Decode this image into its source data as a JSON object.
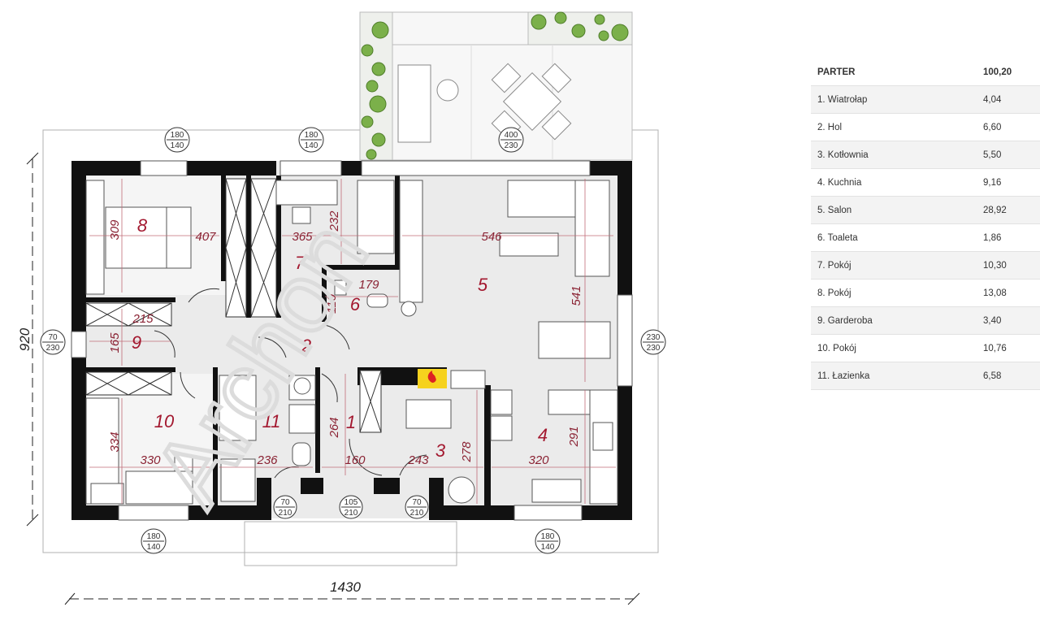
{
  "table": {
    "header": {
      "label": "PARTER",
      "value": "100,20"
    },
    "rows": [
      {
        "label": "1. Wiatrołap",
        "value": "4,04"
      },
      {
        "label": "2. Hol",
        "value": "6,60"
      },
      {
        "label": "3. Kotłownia",
        "value": "5,50"
      },
      {
        "label": "4. Kuchnia",
        "value": "9,16"
      },
      {
        "label": "5. Salon",
        "value": "28,92"
      },
      {
        "label": "6. Toaleta",
        "value": "1,86"
      },
      {
        "label": "7. Pokój",
        "value": "10,30"
      },
      {
        "label": "8. Pokój",
        "value": "13,08"
      },
      {
        "label": "9. Garderoba",
        "value": "3,40"
      },
      {
        "label": "10. Pokój",
        "value": "10,76"
      },
      {
        "label": "11. Łazienka",
        "value": "6,58"
      }
    ]
  },
  "plan": {
    "overall_width": "1430",
    "overall_depth": "920",
    "rooms": [
      "1",
      "2",
      "3",
      "4",
      "5",
      "6",
      "7",
      "8",
      "9",
      "10",
      "11"
    ],
    "dims": {
      "r8_w": "407",
      "r8_h": "309",
      "r7_w": "365",
      "r7_h": "232",
      "r5_w": "546",
      "r5_h": "541",
      "r6_w": "179",
      "r6_h": "110",
      "r9_w": "215",
      "r9_h": "165",
      "r10_w": "330",
      "r10_h": "334",
      "r11_w": "236",
      "r1_w": "160",
      "r1_h": "264",
      "r3_w": "243",
      "r3_h": "278",
      "r4_w": "320",
      "r4_h": "291"
    },
    "openings": {
      "w_top_left": {
        "a": "180",
        "b": "140"
      },
      "w_top_mid": {
        "a": "180",
        "b": "140"
      },
      "w_terrace": {
        "a": "400",
        "b": "230"
      },
      "w_left": {
        "a": "70",
        "b": "230"
      },
      "w_right": {
        "a": "230",
        "b": "230"
      },
      "w_bot_left": {
        "a": "180",
        "b": "140"
      },
      "w_bot_r": {
        "a": "180",
        "b": "140"
      },
      "d_bath": {
        "a": "70",
        "b": "210"
      },
      "d_entry": {
        "a": "105",
        "b": "210"
      },
      "d_boiler": {
        "a": "70",
        "b": "210"
      }
    },
    "watermark": "Archon"
  }
}
